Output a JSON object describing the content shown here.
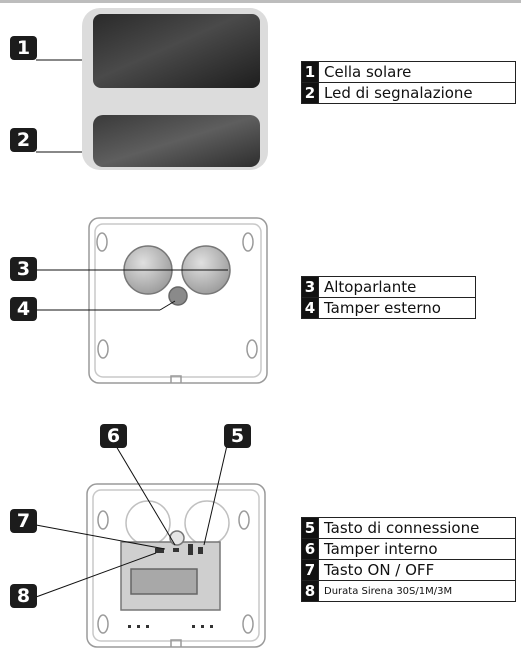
{
  "section1": {
    "callouts": [
      "1",
      "2"
    ],
    "legend": [
      {
        "num": "1",
        "label": "Cella solare"
      },
      {
        "num": "2",
        "label": "Led di segnalazione"
      }
    ]
  },
  "section2": {
    "callouts": [
      "3",
      "4"
    ],
    "legend": [
      {
        "num": "3",
        "label": "Altoparlante"
      },
      {
        "num": "4",
        "label": "Tamper esterno"
      }
    ]
  },
  "section3": {
    "callouts": [
      "6",
      "5",
      "7",
      "8"
    ],
    "legend": [
      {
        "num": "5",
        "label": "Tasto di connessione"
      },
      {
        "num": "6",
        "label": "Tamper interno"
      },
      {
        "num": "7",
        "label": "Tasto ON / OFF"
      },
      {
        "num": "8",
        "label": "Durata Sirena 30S/1M/3M"
      }
    ]
  }
}
